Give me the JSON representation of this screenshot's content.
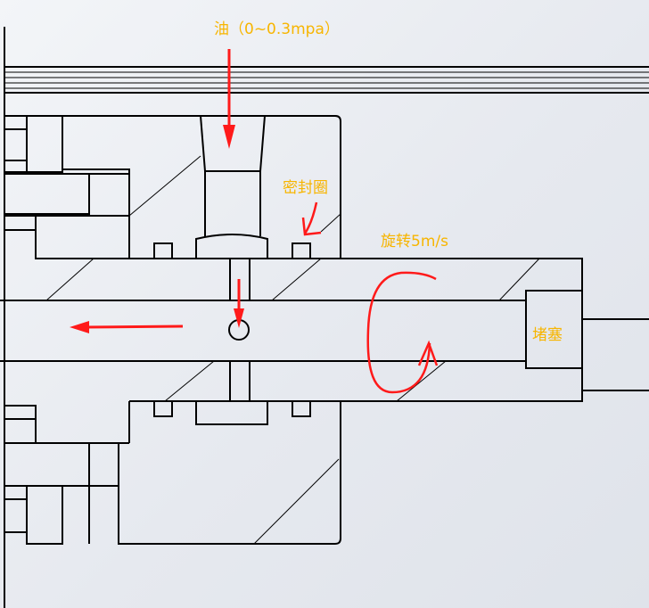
{
  "labels": {
    "oil": "油（0~0.3mpa）",
    "seal": "密封圈",
    "rotation": "旋转5m/s",
    "plug": "堵塞"
  },
  "colors": {
    "label": "#f7b500",
    "annotation": "#ff1a1a",
    "line": "#000000"
  }
}
